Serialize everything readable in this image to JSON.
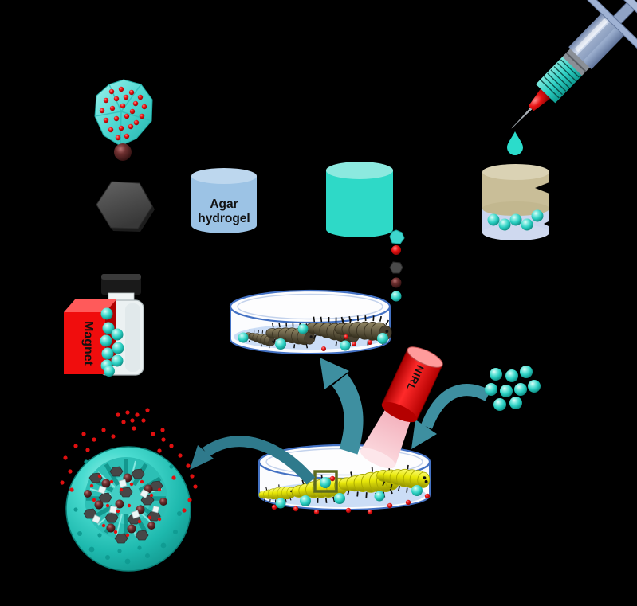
{
  "figure": {
    "type": "schematic-diagram",
    "description_visible_text_only": true,
    "background_color": "#000000"
  },
  "labels": {
    "agar_line1": "Agar",
    "agar_line2": "hydrogel",
    "magnet": "Magnet",
    "nirl": "NIRL"
  },
  "colors": {
    "teal_primary": "#2ED9C7",
    "teal_cyl_top": "#8CE9DF",
    "agar_blue": "#9CC3E5",
    "agar_blue_top": "#BDD7EE",
    "magnet_red": "#F00D0D",
    "laser_red": "#E51212",
    "beam_pink": "#F6BFC9",
    "wax_beige": "#C9BE98",
    "wax_beige_top": "#DAD2B4",
    "liquid_blue": "#CBDDF6",
    "dish_outline": "#4472C4",
    "larva_dark": "#6B6249",
    "larva_yellow": "#E9E90A",
    "drug_red": "#E01010",
    "dark_red_particle": "#6B2E2E",
    "hexagon_gray": "#4A4A4A",
    "arrow_teal": "#3E8FA0",
    "label_text": "#111111"
  },
  "icons": [
    {
      "name": "drug-loaded-crystal-icon"
    },
    {
      "name": "dark-red-nanoparticle-icon"
    },
    {
      "name": "hexagonal-nanoplate-icon"
    },
    {
      "name": "agar-hydrogel-cylinder-icon"
    },
    {
      "name": "teal-hydrogel-cylinder-icon"
    },
    {
      "name": "syringe-icon"
    },
    {
      "name": "droplet-icon"
    },
    {
      "name": "layered-cylinder-with-microspheres-icon"
    },
    {
      "name": "magnet-icon"
    },
    {
      "name": "vial-with-microspheres-icon"
    },
    {
      "name": "petri-dish-dark-larvae-icon"
    },
    {
      "name": "falling-particles-icon"
    },
    {
      "name": "nir-laser-device-icon"
    },
    {
      "name": "laser-beam-icon"
    },
    {
      "name": "microsphere-cluster-icon"
    },
    {
      "name": "petri-dish-yellow-larvae-icon"
    },
    {
      "name": "target-marker-icon"
    },
    {
      "name": "porous-microsphere-release-icon"
    },
    {
      "name": "curved-arrow-icon"
    },
    {
      "name": "annotation-arrowhead-icon"
    }
  ]
}
